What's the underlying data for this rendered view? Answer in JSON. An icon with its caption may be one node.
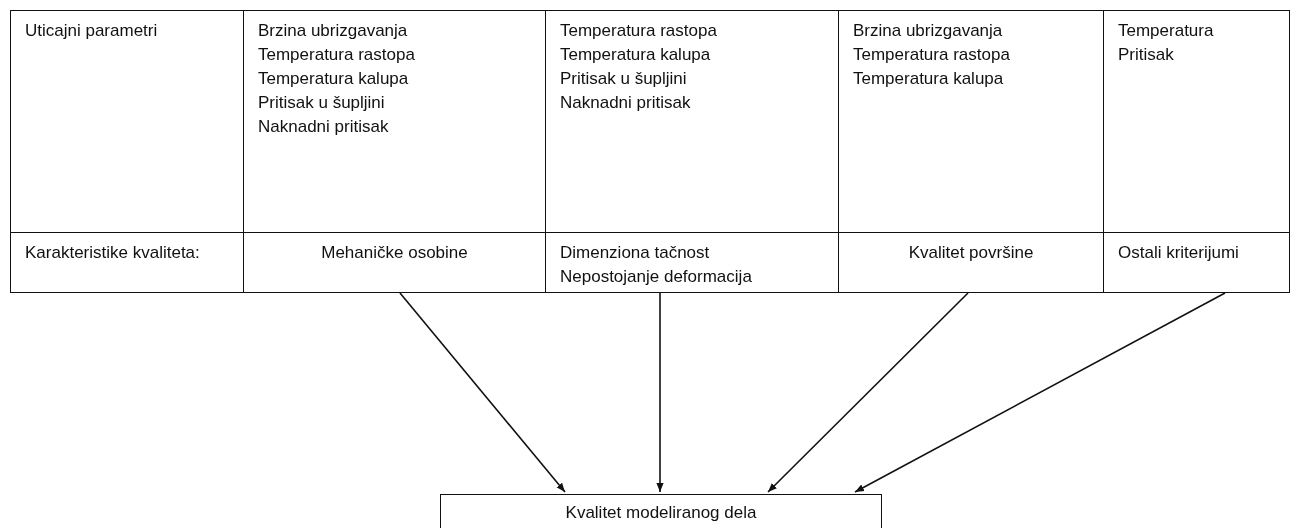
{
  "diagram": {
    "nodes": [
      {
        "text": [
          "Uticajni parametri"
        ]
      },
      {
        "text": [
          "Brzina ubrizgavanja",
          "Temperatura rastopa",
          "Temperatura kalupa",
          "Pritisak u šupljini",
          "Naknadni pritisak"
        ]
      },
      {
        "text": [
          "Temperatura rastopa",
          "Temperatura kalupa",
          "Pritisak u šupljini",
          "Naknadni pritisak"
        ]
      },
      {
        "text": [
          "Brzina ubrizgavanja",
          "Temperatura rastopa",
          "Temperatura kalupa"
        ]
      },
      {
        "text": [
          "Temperatura",
          "Pritisak"
        ]
      },
      {
        "text": [
          "Karakteristike kvaliteta:"
        ]
      },
      {
        "text": [
          "Mehaničke osobine"
        ]
      },
      {
        "text": [
          "Dimenziona tačnost",
          "Nepostojanje deformacija"
        ]
      },
      {
        "text": [
          "Kvalitet površine"
        ]
      },
      {
        "text": [
          "Ostali kriterijumi"
        ]
      },
      {
        "text": [
          "Kvalitet modeliranog dela"
        ]
      }
    ],
    "edges": [
      {
        "from": 6,
        "to": 10,
        "arrow": "to"
      },
      {
        "from": 7,
        "to": 10,
        "arrow": "to"
      },
      {
        "from": 8,
        "to": 10,
        "arrow": "to"
      },
      {
        "from": 9,
        "to": 10,
        "arrow": "to"
      }
    ]
  }
}
